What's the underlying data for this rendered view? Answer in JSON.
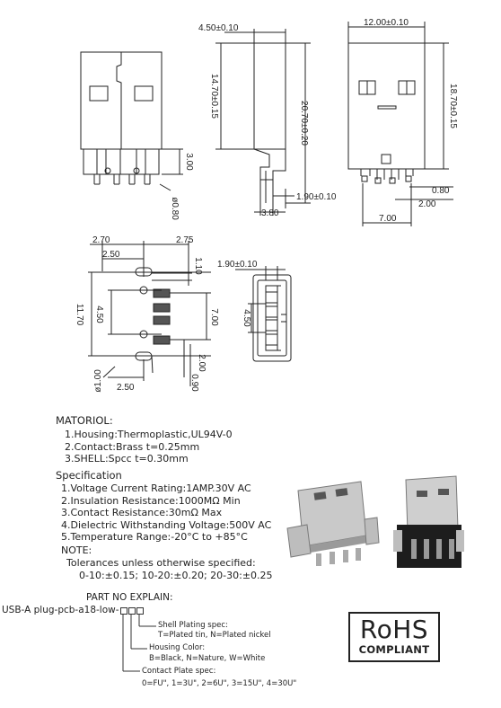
{
  "dimensions": {
    "d_4_50": "4.50±0.10",
    "d_12_00": "12.00±0.10",
    "d_14_70": "14.70±0.15",
    "d_20_70": "20.70±0.20",
    "d_18_70": "18.70±0.15",
    "d_3_00": "3.00",
    "d_0_80_dia": "ø0.80",
    "d_1_90": "1.90±0.10",
    "d_3_80": "3.80",
    "d_0_80": "0.80",
    "d_2_00": "2.00",
    "d_7_00": "7.00",
    "d_2_70": "2.70",
    "d_2_75": "2.75",
    "d_2_50_top": "2.50",
    "d_1_10": "1.10",
    "d_11_70": "11.70",
    "d_4_50_small": "4.50",
    "d_7_00_v": "7.00",
    "d_2_00_v": "2.00",
    "d_1_00_dia": "ø1.00",
    "d_2_50_bot": "2.50",
    "d_0_90": "0.90",
    "d_1_90_b": "1.90±0.10",
    "d_4_50_end": "4.50"
  },
  "material": {
    "title": "MATORIOL:",
    "items": [
      "1.Housing:Thermoplastic,UL94V-0",
      "2.Contact:Brass  t=0.25mm",
      "3.SHELL:Spcc  t=0.30mm"
    ]
  },
  "specification": {
    "title": "Specification",
    "items": [
      "1.Voltage Current Rating:1AMP.30V AC",
      "2.Insulation Resistance:1000MΩ  Min",
      "3.Contact Resistance:30mΩ  Max",
      "4.Dielectric Withstanding Voltage:500V AC",
      "5.Temperature Range:-20°C to +85°C"
    ],
    "note_title": "NOTE:",
    "tolerance_line": "Tolerances unless otherwise specified:",
    "tolerance_values": "0-10:±0.15;  10-20:±0.20;  20-30:±0.25"
  },
  "part_no": {
    "title": "PART NO EXPLAIN:",
    "model": "USB-A plug-pcb-a18-low-",
    "shell_title": "Shell Plating  spec:",
    "shell_opts": "T=Plated tin,  N=Plated nickel",
    "housing_title": "Housing Color:",
    "housing_opts": "B=Black,  N=Nature,  W=White",
    "contact_title": "Contact Plate spec:",
    "contact_opts": "0=FU\",  1=3U\",  2=6U\",  3=15U\",  4=30U\""
  },
  "rohs": {
    "main": "RoHS",
    "sub": "COMPLIANT"
  },
  "colors": {
    "line": "#222222",
    "metal": "#b9b9b9",
    "metal_dark": "#6f6f6f",
    "plastic": "#1d1d1d"
  }
}
